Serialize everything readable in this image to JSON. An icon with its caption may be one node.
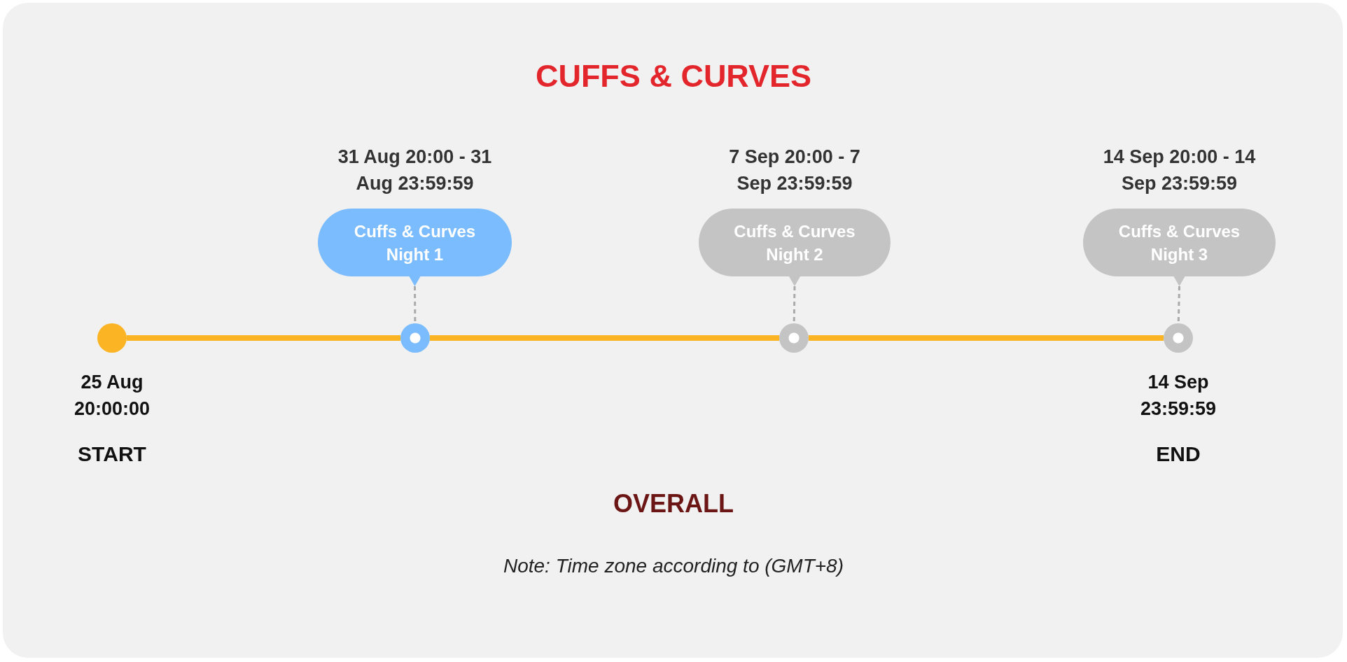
{
  "diagram": {
    "title": "CUFFS & CURVES",
    "nodes": [
      {
        "text": [],
        "shape": "circle",
        "beside": [
          "25 Aug 20:00:00",
          "START"
        ]
      },
      {
        "text": [],
        "shape": "circle"
      },
      {
        "text": [
          "Cuffs & Curves Night 1"
        ],
        "beside": [
          "31 Aug 20:00 - 31 Aug 23:59:59"
        ]
      },
      {
        "text": [],
        "shape": "circle"
      },
      {
        "text": [
          "Cuffs & Curves Night 2"
        ],
        "beside": [
          "7 Sep 20:00 - 7 Sep 23:59:59"
        ]
      },
      {
        "text": [],
        "shape": "circle",
        "beside": [
          "14 Sep 23:59:59",
          "END"
        ]
      },
      {
        "text": [
          "Cuffs & Curves Night 3"
        ],
        "beside": [
          "14 Sep 20:00 - 14 Sep 23:59:59"
        ]
      }
    ],
    "edges": [
      {
        "from": 0,
        "to": 1,
        "arrow": "none",
        "color": "#fbb424",
        "style": "thick"
      },
      {
        "from": 1,
        "to": 3,
        "arrow": "none",
        "color": "#fbb424",
        "style": "thick"
      },
      {
        "from": 3,
        "to": 5,
        "arrow": "none",
        "color": "#fbb424",
        "style": "thick"
      },
      {
        "from": 2,
        "to": 1,
        "arrow": "none",
        "style": "dashed",
        "color": "#aaaaaa"
      },
      {
        "from": 4,
        "to": 3,
        "arrow": "none",
        "style": "dashed",
        "color": "#aaaaaa"
      },
      {
        "from": 6,
        "to": 5,
        "arrow": "none",
        "style": "dashed",
        "color": "#aaaaaa"
      }
    ],
    "labels": [
      "OVERALL",
      "Note: Time zone according to (GMT+8)"
    ]
  }
}
